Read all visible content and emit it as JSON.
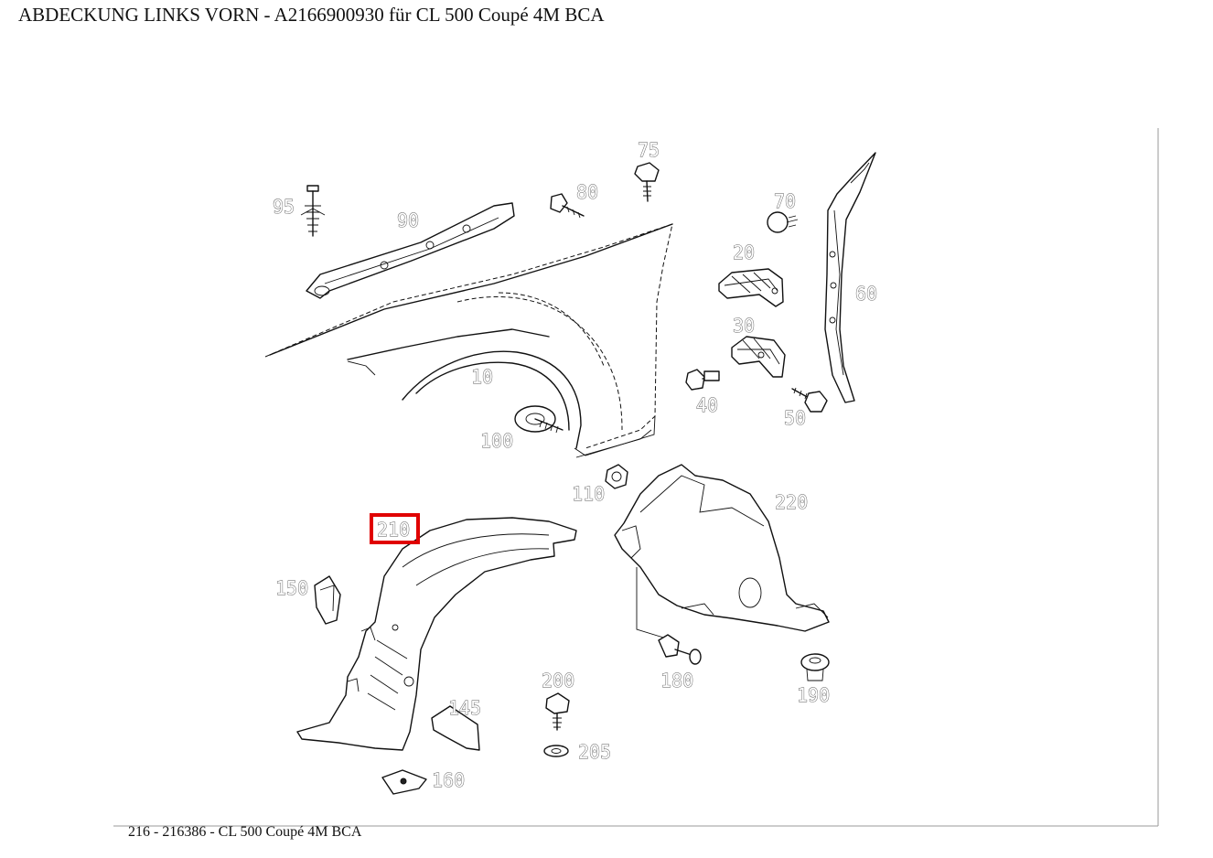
{
  "header": {
    "title": "ABDECKUNG LINKS VORN - A2166900930 für CL 500 Coupé 4M BCA"
  },
  "footer": {
    "caption": "216 - 216386 - CL 500 Coupé 4M BCA"
  },
  "diagram": {
    "highlighted_part": "210",
    "highlight_color": "#e00000",
    "callouts": {
      "p10": "10",
      "p20": "20",
      "p30": "30",
      "p40": "40",
      "p50": "50",
      "p60": "60",
      "p70": "70",
      "p75": "75",
      "p80": "80",
      "p90": "90",
      "p95": "95",
      "p100": "100",
      "p110": "110",
      "p145": "145",
      "p150": "150",
      "p160": "160",
      "p180": "180",
      "p190": "190",
      "p200": "200",
      "p205": "205",
      "p210": "210",
      "p220": "220"
    }
  }
}
